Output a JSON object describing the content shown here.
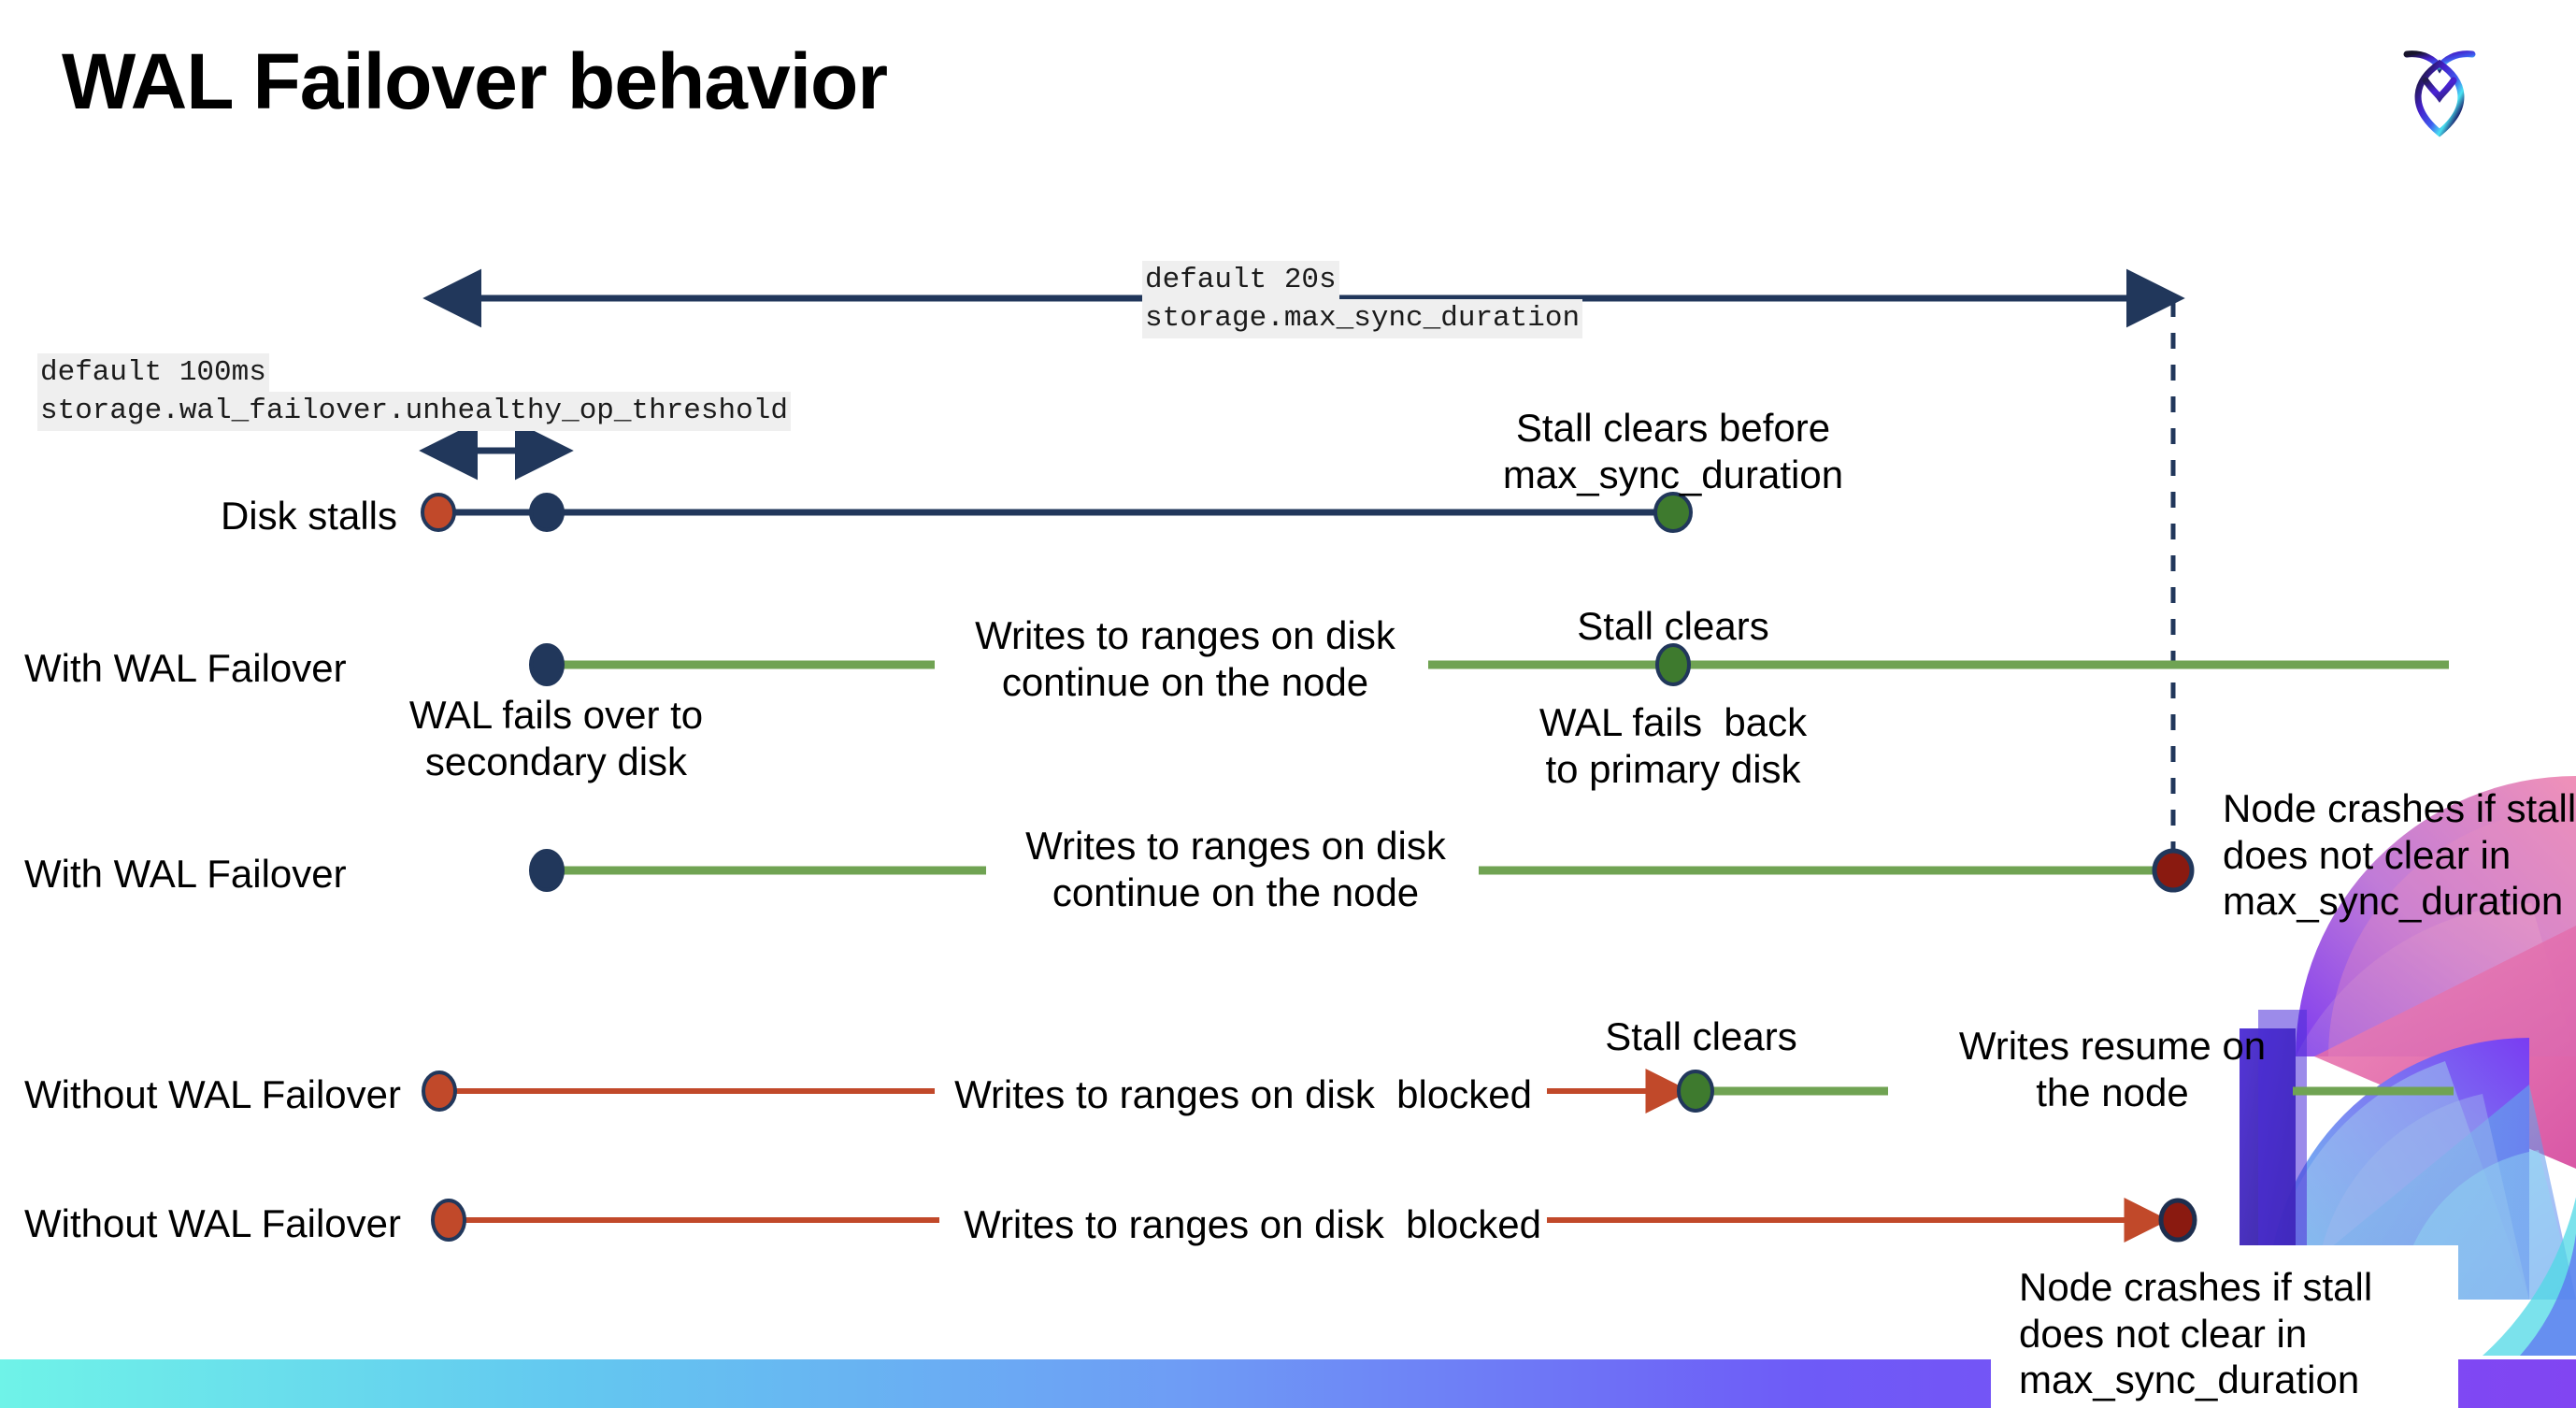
{
  "slide": {
    "title": "WAL Failover behavior",
    "brand_logo": "cockroachdb-logo"
  },
  "annotations": {
    "max_sync": {
      "line1": "default 20s",
      "line2": "storage.max_sync_duration"
    },
    "unhealthy_op": {
      "line1": "default 100ms",
      "line2": "storage.wal_failover.unhealthy_op_threshold"
    }
  },
  "rows": [
    {
      "id": "disk-stalls",
      "label": "Disk stalls",
      "note_above_end": "Stall clears before\nmax_sync_duration"
    },
    {
      "id": "with-wal-failover-clears",
      "label": "With WAL Failover",
      "note_start_below": "WAL fails over to\nsecondary disk",
      "note_mid": "Writes to ranges on disk\ncontinue on the node",
      "note_end_above": "Stall clears",
      "note_end_below": "WAL fails  back\nto primary disk"
    },
    {
      "id": "with-wal-failover-crash",
      "label": "With WAL Failover",
      "note_mid": "Writes to ranges on disk\ncontinue on the node",
      "note_end_right": "Node crashes if stall\ndoes not clear in\nmax_sync_duration"
    },
    {
      "id": "without-wal-failover-clears",
      "label": "Without WAL Failover",
      "note_mid": "Writes to ranges on disk  blocked",
      "note_end_above": "Stall clears",
      "note_after": "Writes resume on\nthe node"
    },
    {
      "id": "without-wal-failover-crash",
      "label": "Without WAL Failover",
      "note_mid": "Writes to ranges on disk  blocked",
      "note_end_right": "Node crashes if stall\ndoes not clear in\nmax_sync_duration"
    }
  ],
  "colors": {
    "navy": "#21375B",
    "navy_dark": "#1D2E4E",
    "green_line": "#70A353",
    "green_dot": "#3E7A2E",
    "orange": "#C1492A",
    "dark_red": "#8A1A10",
    "code_bg": "#EFEFEF",
    "bar_gradient_start": "#6FF3E8",
    "bar_gradient_end": "#8145F2"
  }
}
